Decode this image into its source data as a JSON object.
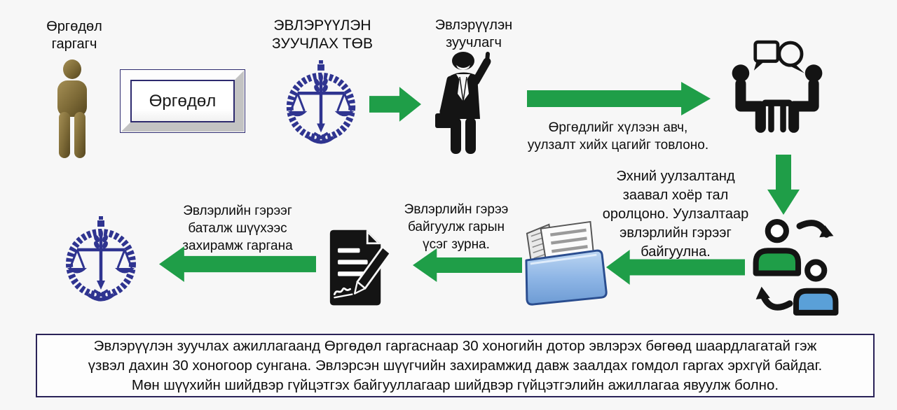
{
  "colors": {
    "background": "#f7f7f7",
    "arrow_green": "#1f9e48",
    "emblem_navy": "#2f3490",
    "folder_blue": "#7fa9dc",
    "exchange_green": "#1f9e48",
    "exchange_blue": "#5aa0d8",
    "person_gold": "#8a7340",
    "icon_black": "#141414",
    "footer_border": "#2a2358",
    "box_border": "#2d2a6e"
  },
  "nodes": {
    "applicant_label": "Өргөдөл\nгаргагч",
    "application_box_label": "Өргөдөл",
    "mediation_center_label": "ЭВЛЭРҮҮЛЭН\nЗУУЧЛАХ ТӨВ",
    "mediator_label": "Эвлэрүүлэн\nзуучлагч"
  },
  "captions": {
    "receive_schedule": "Өргөдлийг хүлээн авч,\nуулзалт хийх цагийг товлоно.",
    "first_meeting": "Эхний уулзалтанд\nзаавал хоёр тал\nоролцоно. Уулзалтаар\nэвлэрлийн гэрээг\nбайгуулна.",
    "sign_agreement": "Эвлэрлийн гэрээ\nбайгуулж гарын\nүсэг зурна.",
    "court_order": "Эвлэрлийн гэрээг\nбаталж шүүхээс\nзахирамж гаргана"
  },
  "footer": {
    "note": "Эвлэрүүлэн зуучлах ажиллагаанд Өргөдөл гаргаснаар 30 хоногийн дотор эвлэрэх бөгөөд шаардлагатай гэж\nүзвэл дахин 30 хоногоор сунгана. Эвлэрсэн шүүгчийн захирамжид давж заалдах гомдол гаргах эрхгүй байдаг.\nМөн шүүхийн шийдвэр гүйцэтгэх байгууллагаар шийдвэр гүйцэтгэлийн ажиллагаа явуулж болно."
  },
  "icons": {
    "applicant-person-icon": "gold person silhouette",
    "court-emblem-icon": "navy laurel wreath with scales of justice",
    "mediator-person-icon": "black businessman with tie, briefcase and raised hand",
    "meeting-icon": "two people seated at a table with speech bubbles",
    "parties-exchange-icon": "green and blue persons with circular exchange arrows",
    "folder-documents-icon": "blue folder with paper documents",
    "contract-signing-icon": "black document with pen signing signature",
    "flow-arrow-icon": "green block arrow"
  }
}
